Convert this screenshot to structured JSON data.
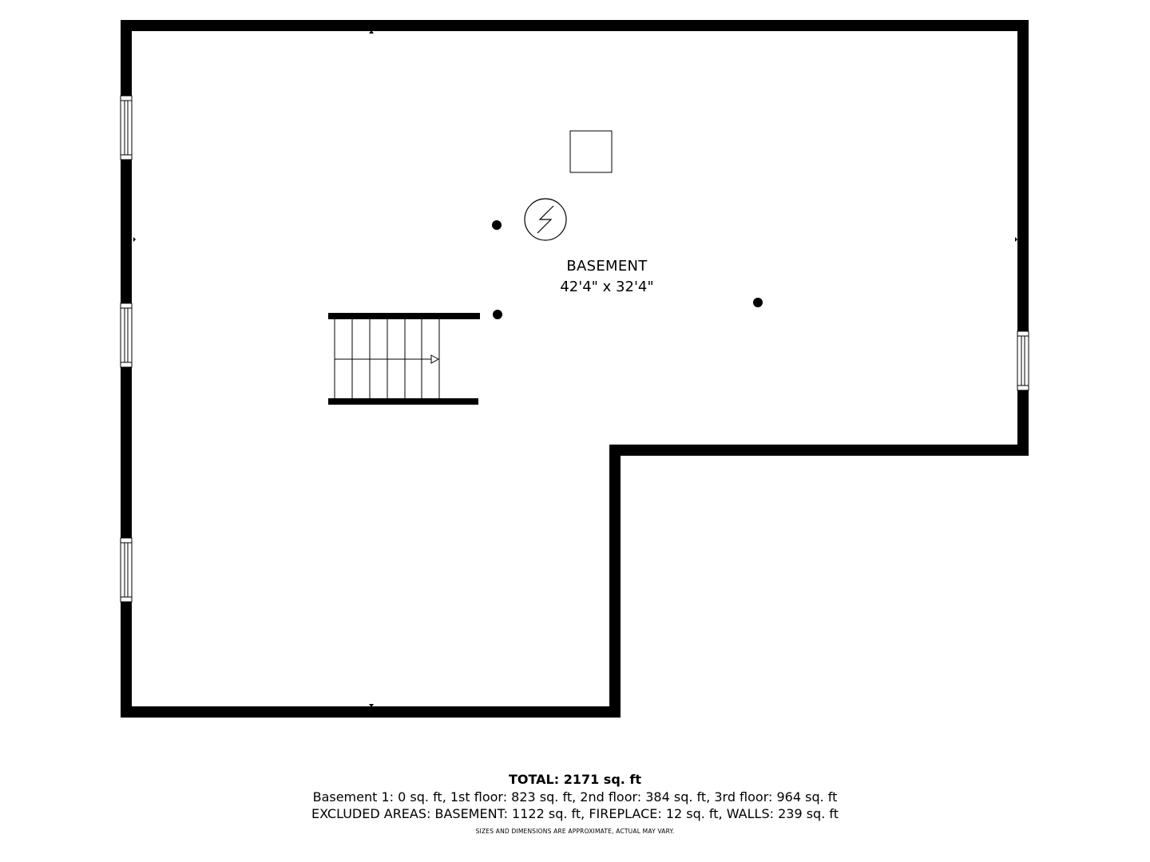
{
  "room": {
    "name": "BASEMENT",
    "dimensions": "42'4\" x 32'4\""
  },
  "summary": {
    "total": "TOTAL: 2171 sq. ft",
    "floors": "Basement 1: 0 sq. ft, 1st floor: 823 sq. ft, 2nd floor: 384 sq. ft, 3rd floor: 964 sq. ft",
    "excluded": "EXCLUDED AREAS: BASEMENT: 1122 sq. ft, FIREPLACE: 12 sq. ft, WALLS: 239 sq. ft",
    "disclaimer": "SIZES AND DIMENSIONS ARE APPROXIMATE, ACTUAL MAY VARY."
  },
  "icons": {
    "water_heater": "water-heater-icon",
    "furnace": "furnace-icon",
    "support_post": "support-post-icon",
    "stairs": "stairs-icon",
    "window": "window-icon"
  },
  "colors": {
    "wall": "#000000",
    "background": "#ffffff"
  }
}
